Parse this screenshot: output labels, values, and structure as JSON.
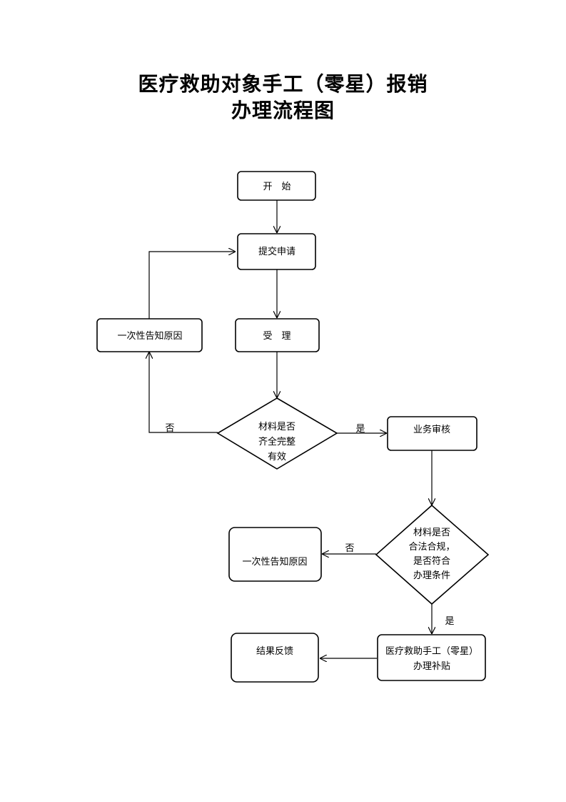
{
  "title": {
    "line1": "医疗救助对象手工（零星）报销",
    "line2": "办理流程图"
  },
  "nodes": {
    "start": "开　始",
    "submit": "提交申请",
    "accept": "受　理",
    "notify1": "一次性告知原因",
    "check1": [
      "材料是否",
      "齐全完整",
      "有效"
    ],
    "review": "业务审核",
    "check2": [
      "材料是否",
      "合法合规，",
      "是否符合",
      "办理条件"
    ],
    "notify2": "一次性告知原因",
    "subsidy": [
      "医疗救助手工（零星）",
      "办理补贴"
    ],
    "feedback": "结果反馈"
  },
  "edges": {
    "check1_no": "否",
    "check1_yes": "是",
    "check2_no": "否",
    "check2_yes": "是"
  }
}
